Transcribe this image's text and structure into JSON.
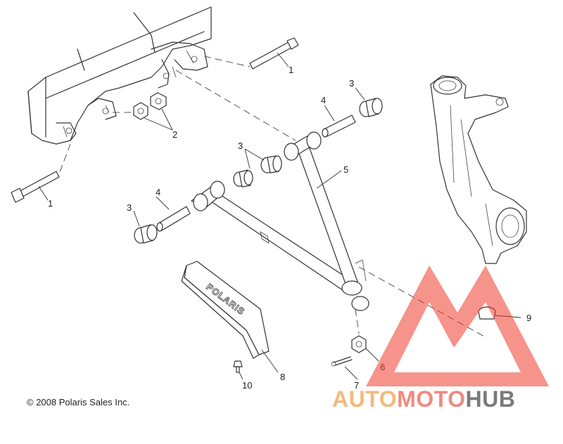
{
  "copyright": "© 2008 Polaris Sales Inc.",
  "guard_lettering": "POLARIS",
  "watermark": {
    "part1": "AUTO",
    "part2": "MOTO",
    "part3": "HUB",
    "color_auto": "#f5b97a",
    "color_moto": "#f08a80",
    "color_hub": "#7a7a7a",
    "triangle_color": "#ee3a2c"
  },
  "callouts": [
    {
      "id": "c1a",
      "label": "1"
    },
    {
      "id": "c1b",
      "label": "1"
    },
    {
      "id": "c2",
      "label": "2"
    },
    {
      "id": "c3a",
      "label": "3"
    },
    {
      "id": "c3b",
      "label": "3"
    },
    {
      "id": "c3c",
      "label": "3"
    },
    {
      "id": "c4a",
      "label": "4"
    },
    {
      "id": "c4b",
      "label": "4"
    },
    {
      "id": "c5",
      "label": "5"
    },
    {
      "id": "c6",
      "label": "6"
    },
    {
      "id": "c7",
      "label": "7"
    },
    {
      "id": "c8",
      "label": "8"
    },
    {
      "id": "c9",
      "label": "9"
    },
    {
      "id": "c10",
      "label": "10"
    }
  ]
}
